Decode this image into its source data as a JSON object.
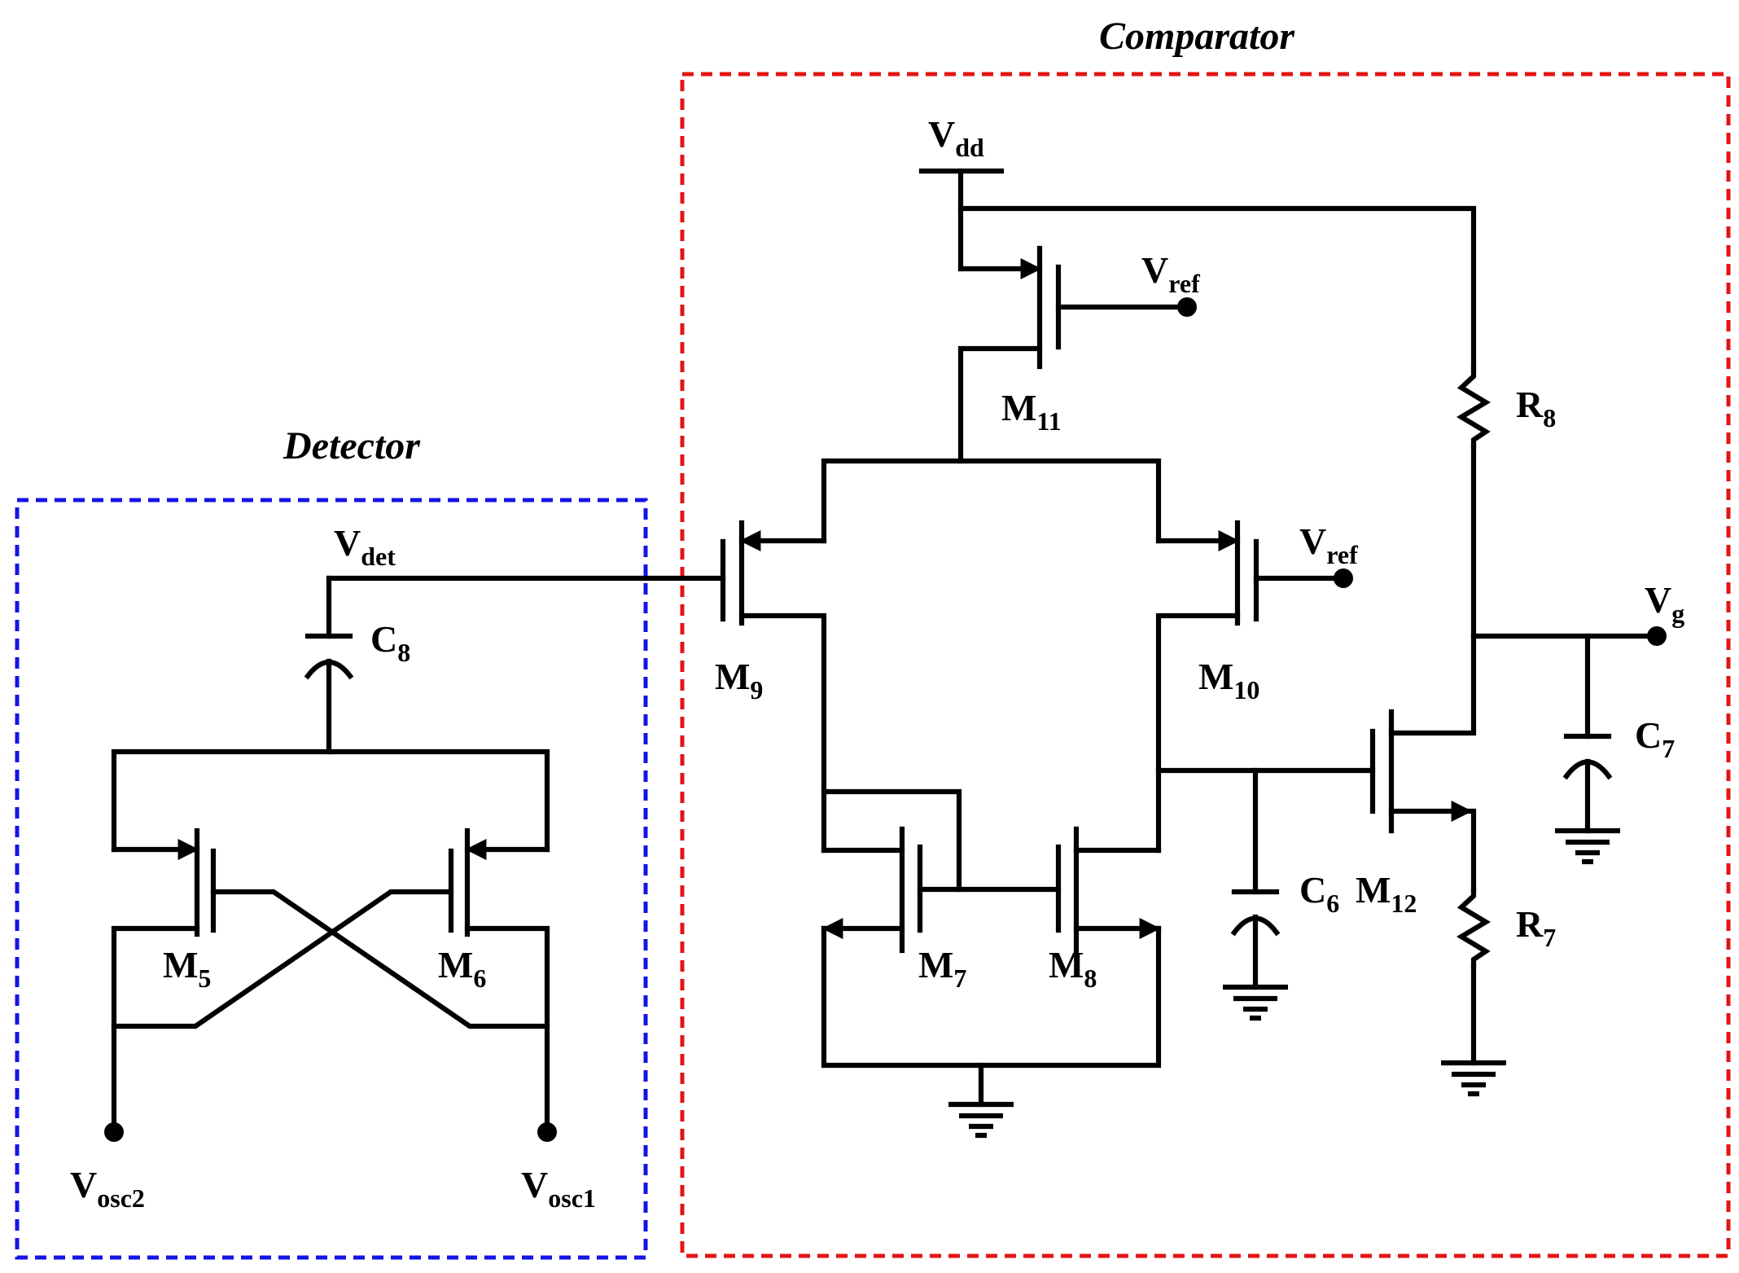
{
  "blocks": {
    "detector": {
      "title": "Detector",
      "border_color": "#1414e6"
    },
    "comparator": {
      "title": "Comparator",
      "border_color": "#e31414"
    }
  },
  "labels": {
    "vdet": {
      "main": "V",
      "sub": "det"
    },
    "c8": {
      "main": "C",
      "sub": "8"
    },
    "m5": {
      "main": "M",
      "sub": "5"
    },
    "m6": {
      "main": "M",
      "sub": "6"
    },
    "vosc2": {
      "main": "V",
      "sub": "osc2"
    },
    "vosc1": {
      "main": "V",
      "sub": "osc1"
    },
    "vdd": {
      "main": "V",
      "sub": "dd"
    },
    "vref1": {
      "main": "V",
      "sub": "ref"
    },
    "m11": {
      "main": "M",
      "sub": "11"
    },
    "r8": {
      "main": "R",
      "sub": "8"
    },
    "vref2": {
      "main": "V",
      "sub": "ref"
    },
    "m9": {
      "main": "M",
      "sub": "9"
    },
    "m10": {
      "main": "M",
      "sub": "10"
    },
    "vg": {
      "main": "V",
      "sub": "g"
    },
    "c7": {
      "main": "C",
      "sub": "7"
    },
    "m7": {
      "main": "M",
      "sub": "7"
    },
    "m8": {
      "main": "M",
      "sub": "8"
    },
    "c6": {
      "main": "C",
      "sub": "6"
    },
    "m12": {
      "main": "M",
      "sub": "12"
    },
    "r7": {
      "main": "R",
      "sub": "7"
    }
  }
}
